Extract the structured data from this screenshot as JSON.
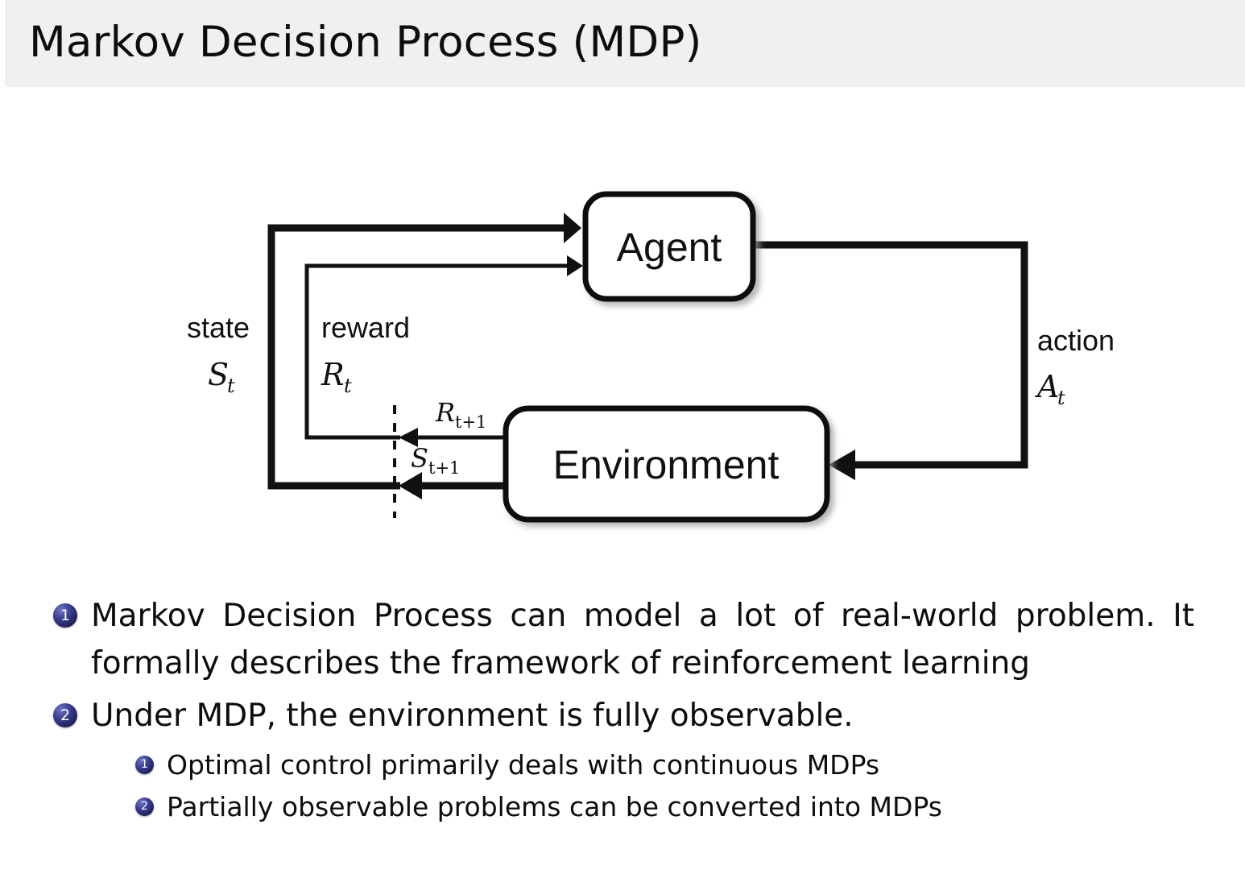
{
  "slide": {
    "title": "Markov Decision Process (MDP)",
    "header_bg": "#f0f0f0",
    "body_bg": "#ffffff",
    "bullet_color": "#2b2d78"
  },
  "diagram": {
    "name": "agent-environment-interaction-loop",
    "agent_box_label": "Agent",
    "environment_box_label": "Environment",
    "labels": {
      "state_word": "state",
      "state_symbol": "S",
      "state_symbol_sub": "t",
      "reward_word": "reward",
      "reward_symbol": "R",
      "reward_symbol_sub": "t",
      "action_word": "action",
      "action_symbol": "A",
      "action_symbol_sub": "t",
      "next_reward_symbol": "R",
      "next_reward_sub": "t+1",
      "next_state_symbol": "S",
      "next_state_sub": "t+1"
    }
  },
  "bullets": [
    {
      "level": 1,
      "number": "1",
      "text": "Markov Decision Process can model a lot of real-world problem. It formally describes the framework of reinforcement learning"
    },
    {
      "level": 1,
      "number": "2",
      "text": "Under MDP, the environment is fully observable."
    },
    {
      "level": 2,
      "number": "1",
      "text": "Optimal control primarily deals with continuous MDPs"
    },
    {
      "level": 2,
      "number": "2",
      "text": "Partially observable problems can be converted into MDPs"
    }
  ]
}
